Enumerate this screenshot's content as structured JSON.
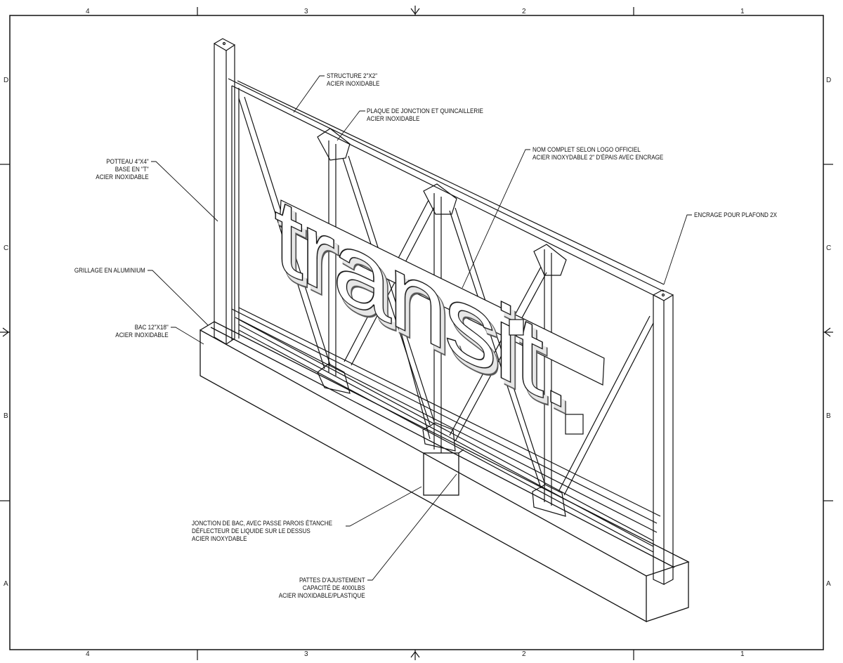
{
  "zones": {
    "columns": [
      "4",
      "3",
      "2",
      "1"
    ],
    "rows": [
      "D",
      "C",
      "B",
      "A"
    ]
  },
  "sign_text": "transit.",
  "callouts": {
    "structure": [
      "STRUCTURE 2\"X2\"",
      "ACIER INOXIDABLE"
    ],
    "plaque": [
      "PLAQUE DE JONCTION  ET QUINCAILLERIE",
      "ACIER INOXIDABLE"
    ],
    "nom": [
      "NOM COMPLET SELON LOGO OFFICIEL",
      "ACIER INOXYDABLE 2\" D'ÉPAIS AVEC ENCRAGE"
    ],
    "potteau": [
      "POTTEAU 4\"X4\"",
      "BASE EN \"T\"",
      "ACIER INOXIDABLE"
    ],
    "encrage": [
      "ENCRAGE POUR PLAFOND 2X"
    ],
    "grillage": [
      "GRILLAGE EN ALUMINIUM"
    ],
    "bac": [
      "BAC 12\"X18\"",
      "ACIER INOXIDABLE"
    ],
    "jonction": [
      "JONCTION DE BAC, AVEC PASSE PAROIS ÉTANCHE",
      "DÉFLECTEUR DE LIQUIDE SUR LE DESSUS",
      "ACIER INOXYDABLE"
    ],
    "pattes": [
      "PATTES D'AJUSTEMENT",
      "CAPACITÉ DE 4000LBS",
      "ACIER INOXIDABLE/PLASTIQUE"
    ]
  }
}
